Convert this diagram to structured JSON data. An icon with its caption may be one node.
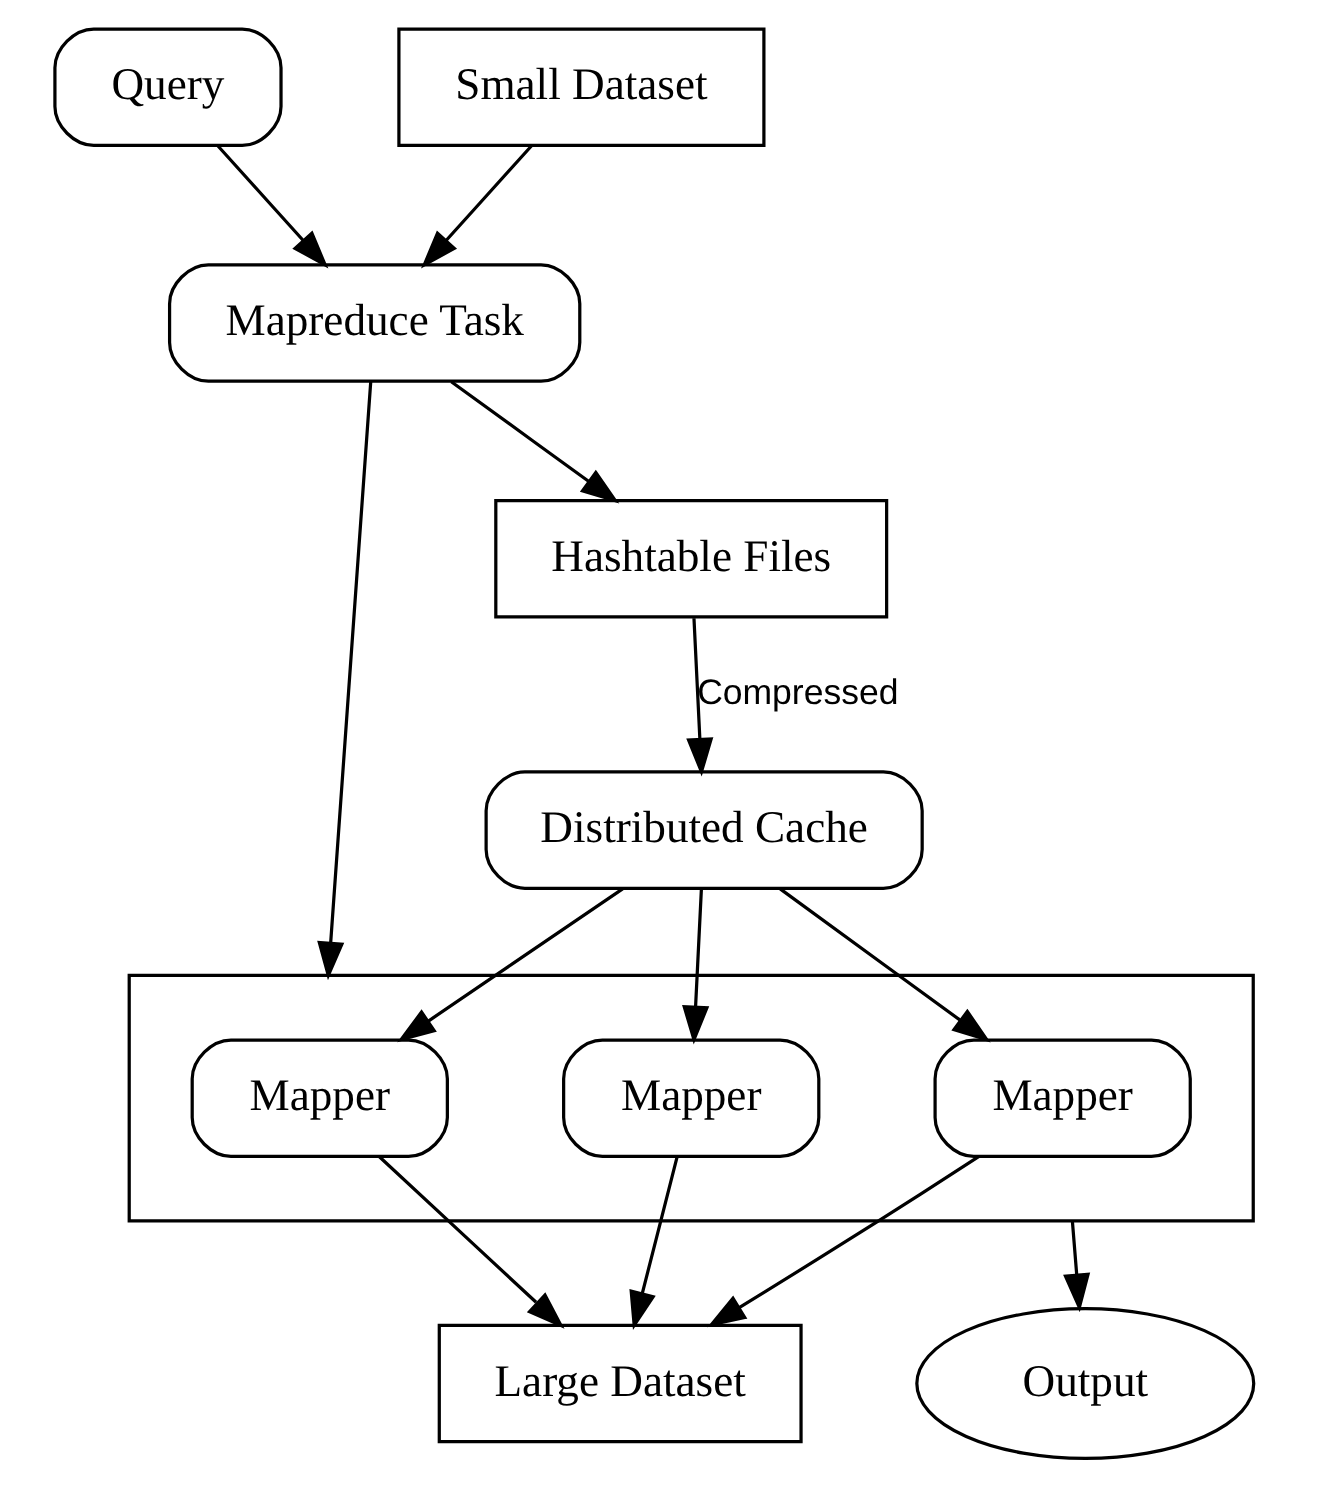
{
  "diagram": {
    "nodes": [
      {
        "text": [
          "Query"
        ]
      },
      {
        "text": [
          "Small Dataset"
        ]
      },
      {
        "text": [
          "Mapreduce Task"
        ]
      },
      {
        "text": [
          "Hashtable Files"
        ]
      },
      {
        "text": [
          "Distributed Cache"
        ]
      },
      {
        "text": [],
        "shape": "box"
      },
      {
        "text": [
          "Mapper"
        ],
        "in": 5
      },
      {
        "text": [
          "Mapper"
        ],
        "in": 5
      },
      {
        "text": [
          "Mapper"
        ],
        "in": 5
      },
      {
        "text": [
          "Large Dataset"
        ]
      },
      {
        "text": [
          "Output"
        ]
      }
    ],
    "edges": [
      {
        "from": 0,
        "to": 2,
        "arrow": "to"
      },
      {
        "from": 1,
        "to": 2,
        "arrow": "to"
      },
      {
        "from": 2,
        "to": 3,
        "arrow": "to"
      },
      {
        "from": 3,
        "to": 4,
        "arrow": "to",
        "label": "Compressed"
      },
      {
        "from": 2,
        "to": 5,
        "arrow": "to"
      },
      {
        "from": 4,
        "to": 6,
        "arrow": "to"
      },
      {
        "from": 4,
        "to": 7,
        "arrow": "to"
      },
      {
        "from": 4,
        "to": 8,
        "arrow": "to"
      },
      {
        "from": 6,
        "to": 9,
        "arrow": "to"
      },
      {
        "from": 7,
        "to": 9,
        "arrow": "to"
      },
      {
        "from": 8,
        "to": 9,
        "arrow": "to"
      },
      {
        "from": 5,
        "to": 10,
        "arrow": "to"
      }
    ]
  }
}
